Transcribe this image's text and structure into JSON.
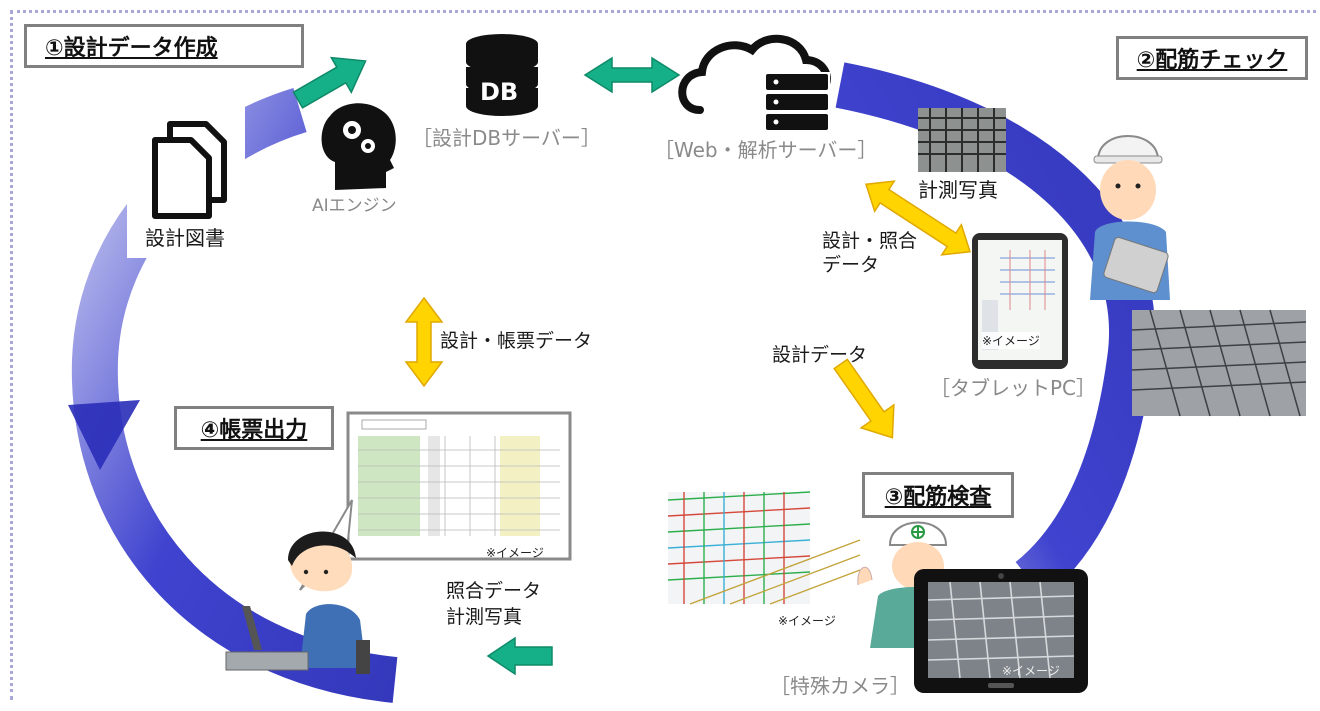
{
  "steps": {
    "step1": "①設計データ作成",
    "step2": "②配筋チェック",
    "step3": "③配筋検査",
    "step4": "④帳票出力"
  },
  "servers": {
    "db_label": "DB",
    "db_caption": "［設計DBサーバー］",
    "web_caption": "［Web・解析サーバー］"
  },
  "items": {
    "docs": "設計図書",
    "ai": "AIエンジン",
    "photo": "計測写真",
    "tablet": "［タブレットPC］",
    "camera": "［特殊カメラ］"
  },
  "flows": {
    "design_match_1": "設計・照合",
    "design_match_2": "データ",
    "design_report": "設計・帳票データ",
    "design_data": "設計データ",
    "match_photo_1": "照合データ",
    "match_photo_2": "計測写真"
  },
  "notes": {
    "image_note": "※イメージ"
  },
  "colors": {
    "cycle_blue": "#2f33c8",
    "green_arrow": "#16b088",
    "yellow_arrow": "#f7c600",
    "frame_border": "#808080"
  }
}
